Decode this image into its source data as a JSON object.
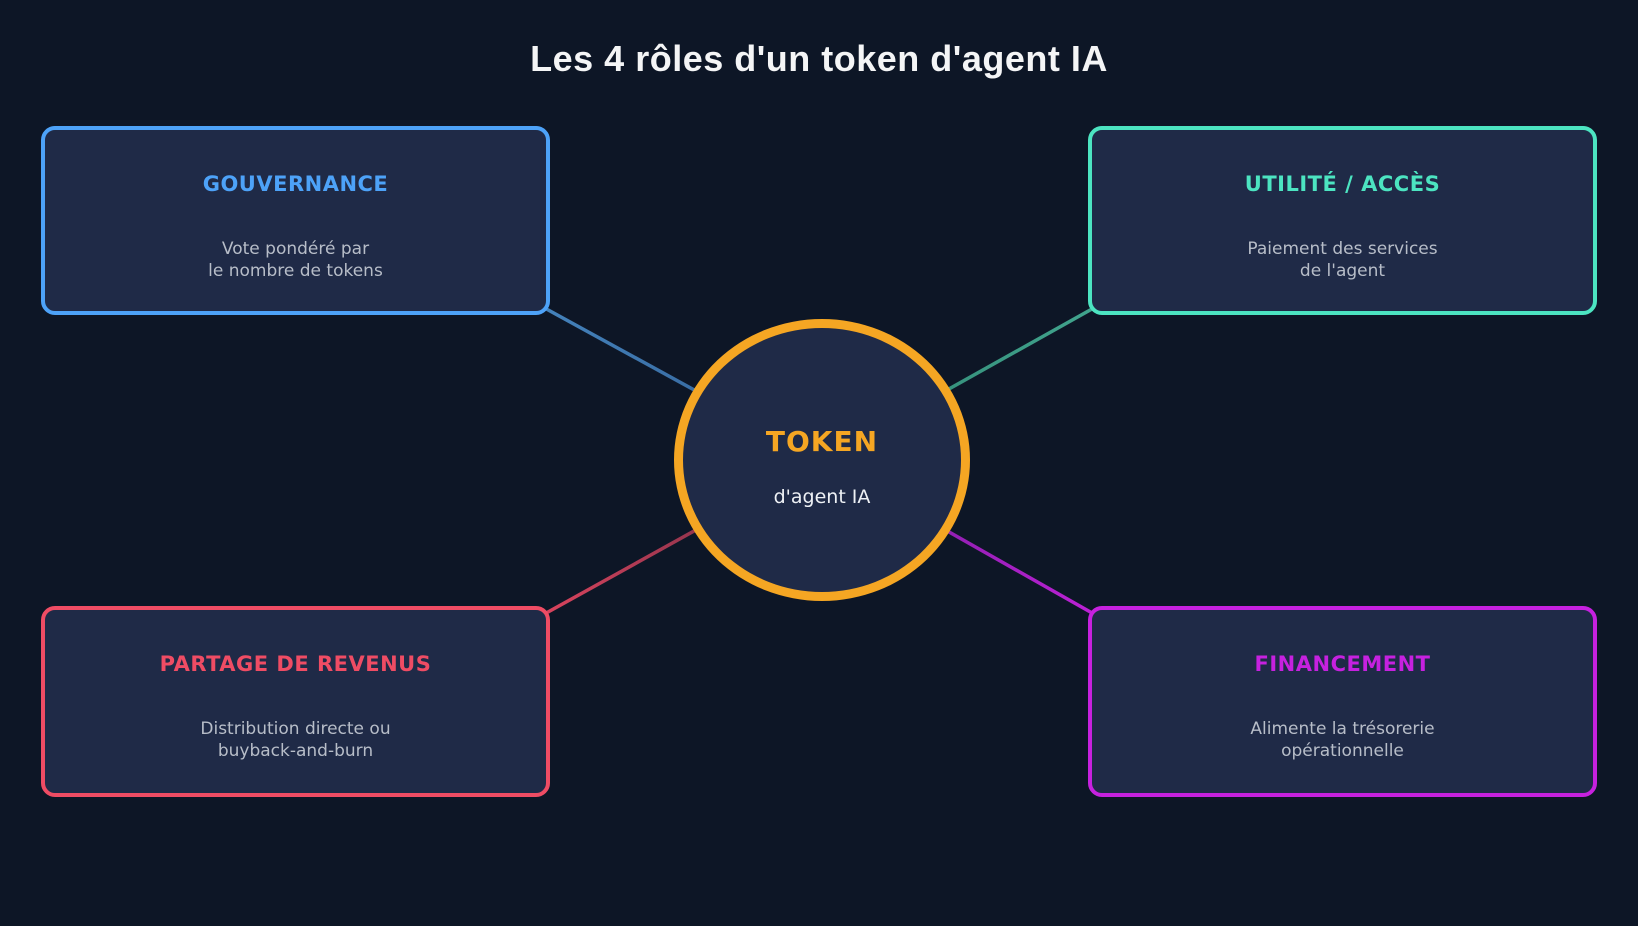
{
  "title": "Les 4 rôles d'un token d'agent IA",
  "center": {
    "heading": "TOKEN",
    "subheading": "d'agent IA",
    "accent": "#f5a623"
  },
  "cards": [
    {
      "id": "gouvernance",
      "heading": "GOUVERNANCE",
      "desc_line1": "Vote pondéré par",
      "desc_line2": "le nombre de tokens",
      "accent": "#4da2f8",
      "line_color_near_box": "#4584bd",
      "line_color_near_circle": "#315d92"
    },
    {
      "id": "utilite-acces",
      "heading": "UTILITÉ / ACCÈS",
      "desc_line1": "Paiement des services",
      "desc_line2": "de l'agent",
      "accent": "#4ce4c1",
      "line_color_near_box": "#42a68f",
      "line_color_near_circle": "#2e8370"
    },
    {
      "id": "partage-de-revenus",
      "heading": "PARTAGE DE REVENUS",
      "desc_line1": "Distribution directe ou",
      "desc_line2": "buyback-and-burn",
      "accent": "#ef4c64",
      "line_color_near_box": "#e0455f",
      "line_color_near_circle": "#5e2941"
    },
    {
      "id": "financement",
      "heading": "FINANCEMENT",
      "desc_line1": "Alimente la trésorerie",
      "desc_line2": "opérationnelle",
      "accent": "#c621df",
      "line_color_near_box": "#c121d9",
      "line_color_near_circle": "#701f97"
    }
  ],
  "colors": {
    "background": "#0d1626",
    "panel_fill": "#1f2a47",
    "title_text": "#f4f5f6",
    "description_text": "#b7bdc8"
  }
}
